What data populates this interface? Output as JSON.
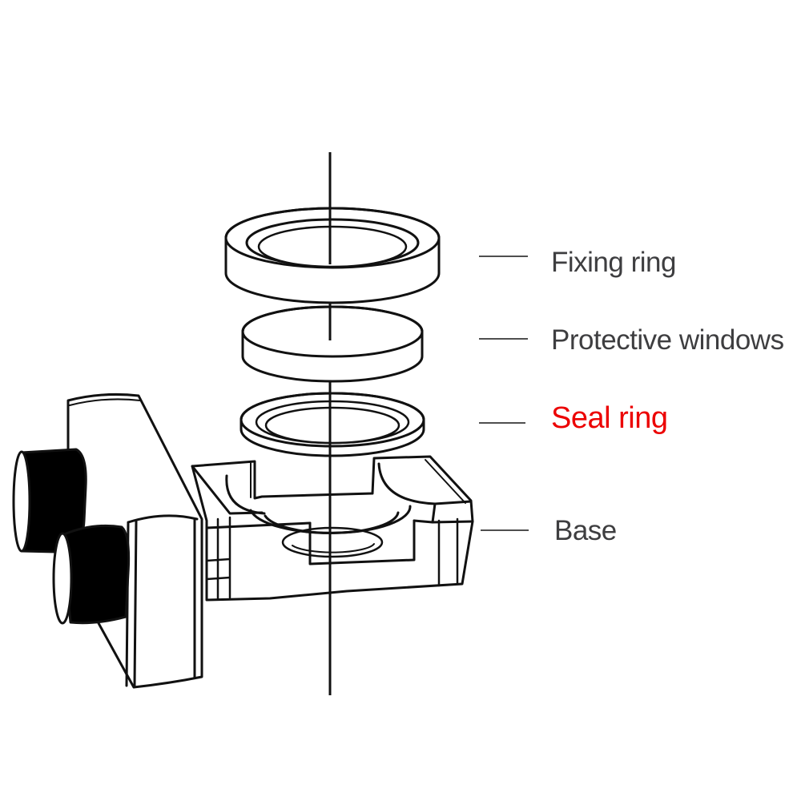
{
  "diagram": {
    "type": "exploded-assembly-technical-drawing",
    "labels": [
      {
        "id": "fixing-ring",
        "text": "Fixing ring",
        "highlighted": false
      },
      {
        "id": "protective-windows",
        "text": "Protective windows",
        "highlighted": false
      },
      {
        "id": "seal-ring",
        "text": "Seal ring",
        "highlighted": true
      },
      {
        "id": "base",
        "text": "Base",
        "highlighted": false
      }
    ],
    "parts": [
      {
        "name": "fixing-ring",
        "shape": "ring"
      },
      {
        "name": "protective-window",
        "shape": "disc"
      },
      {
        "name": "seal-ring",
        "shape": "thin-ring"
      },
      {
        "name": "base",
        "shape": "block-with-bore"
      },
      {
        "name": "mount-plate",
        "shape": "slanted-plate"
      },
      {
        "name": "adjustment-knobs",
        "shape": "two-black-cylinders"
      }
    ],
    "colors": {
      "background": "#ffffff",
      "line": "#111111",
      "leader_line": "#4f4f4f",
      "label_text": "#3e3e40",
      "highlight_text": "#ec0000",
      "knob_fill": "#000000"
    }
  }
}
